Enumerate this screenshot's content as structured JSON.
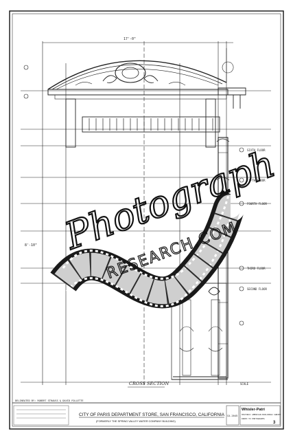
{
  "sheet": {
    "title_line": "CITY OF PARIS DEPARTMENT STORE, SAN FRANCISCO, CALIFORNIA",
    "subtitle_line": "(FORMERLY THE SPRING VALLEY WATER COMPANY BUILDING)",
    "section_label": "CROSS SECTION",
    "delineator_note": "DELINEATED BY: ROBERT STRAUSS & DAVID FOLLETTE",
    "survey_name": "HISTORIC AMERICAN BUILDINGS SURVEY",
    "survey_sub": "INDEX TO PHOTOGRAPHS",
    "firm_logo": "Whisler-Patri",
    "survey_number": "CA-2045",
    "sheet_number": "3",
    "scale_label": "SCALE",
    "dimension_top": "17'-0\"",
    "dimension_left": "8'-10\"",
    "level_labels": [
      "SIXTH FLOOR",
      "FIFTH FLOOR",
      "FOURTH FLOOR",
      "THIRD FLOOR",
      "SECOND FLOOR"
    ]
  },
  "watermark": {
    "script_text": "Photograph",
    "caps_text": "RESEARCH.COM",
    "color": "#111111"
  },
  "colors": {
    "ink": "#111111",
    "paper": "#ffffff",
    "film": "#1a1a1a"
  }
}
